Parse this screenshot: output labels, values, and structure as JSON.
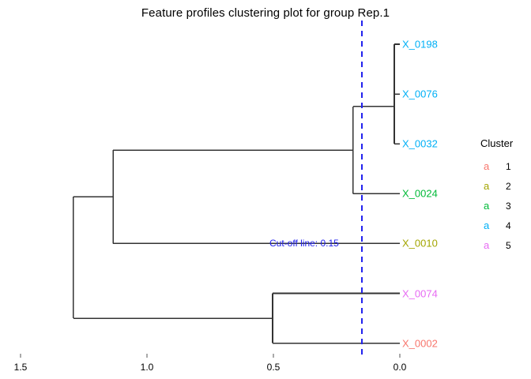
{
  "title": "Feature profiles clustering plot for group Rep.1",
  "legend": {
    "title": "Cluster",
    "glyph": "a",
    "items": [
      {
        "label": "1",
        "color": "#F8766D"
      },
      {
        "label": "2",
        "color": "#A3A500"
      },
      {
        "label": "3",
        "color": "#00BA38"
      },
      {
        "label": "4",
        "color": "#00B0F6"
      },
      {
        "label": "5",
        "color": "#E76BF3"
      }
    ]
  },
  "cutoff": {
    "label": "Cut-off line: 0.15",
    "value": 0.15,
    "color": "#2222ee",
    "style": "dashed"
  },
  "axis": {
    "ticks": [
      "1.5",
      "1.0",
      "0.5",
      "0.0"
    ],
    "tick_values": [
      1.5,
      1.0,
      0.5,
      0.0
    ],
    "reversed": true
  },
  "chart_data": {
    "type": "dendrogram",
    "title": "Feature profiles clustering plot for group Rep.1",
    "xlabel": "",
    "ylabel": "",
    "xlim": [
      1.55,
      0.0
    ],
    "grid": false,
    "legend_position": "right",
    "leaves": [
      {
        "name": "X_0198",
        "cluster": 4,
        "color": "#00B0F6",
        "height": 0.0
      },
      {
        "name": "X_0076",
        "cluster": 4,
        "color": "#00B0F6",
        "height": 0.0
      },
      {
        "name": "X_0032",
        "cluster": 4,
        "color": "#00B0F6",
        "height": 0.0
      },
      {
        "name": "X_0024",
        "cluster": 3,
        "color": "#00BA38",
        "height": 0.0
      },
      {
        "name": "X_0010",
        "cluster": 2,
        "color": "#A3A500",
        "height": 0.0
      },
      {
        "name": "X_0074",
        "cluster": 5,
        "color": "#E76BF3",
        "height": 0.0
      },
      {
        "name": "X_0002",
        "cluster": 1,
        "color": "#F8766D",
        "height": 0.0
      }
    ],
    "merges": [
      {
        "id": "m1",
        "children": [
          "X_0198",
          "X_0076"
        ],
        "height": 0.022
      },
      {
        "id": "m2",
        "children": [
          "m1",
          "X_0032"
        ],
        "height": 0.022
      },
      {
        "id": "m3",
        "children": [
          "m2",
          "X_0024"
        ],
        "height": 0.185
      },
      {
        "id": "m4",
        "children": [
          "X_0074",
          "X_0002"
        ],
        "height": 0.503
      },
      {
        "id": "m5",
        "children": [
          "m3",
          "X_0010"
        ],
        "height": 1.134
      },
      {
        "id": "m6",
        "children": [
          "m5",
          "m4"
        ],
        "height": 1.291
      }
    ],
    "cutoff_height": 0.15,
    "n_clusters": 5
  }
}
